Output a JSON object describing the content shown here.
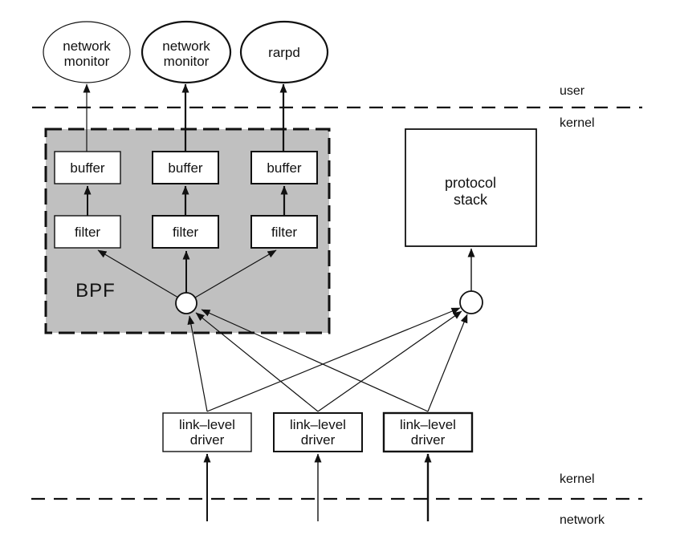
{
  "colors": {
    "bpf_fill": "#c0c0c0",
    "box_fill": "#ffffff",
    "stroke": "#111111"
  },
  "processes": [
    {
      "lines": [
        "network",
        "monitor"
      ]
    },
    {
      "lines": [
        "network",
        "monitor"
      ]
    },
    {
      "lines": [
        "rarpd"
      ]
    }
  ],
  "bpf": {
    "label": "BPF",
    "buffers": [
      "buffer",
      "buffer",
      "buffer"
    ],
    "filters": [
      "filter",
      "filter",
      "filter"
    ]
  },
  "protocol_stack": {
    "lines": [
      "protocol",
      "stack"
    ]
  },
  "drivers": [
    {
      "lines": [
        "link–level",
        "driver"
      ]
    },
    {
      "lines": [
        "link–level",
        "driver"
      ]
    },
    {
      "lines": [
        "link–level",
        "driver"
      ]
    }
  ],
  "layers": {
    "top": {
      "above": "user",
      "below": "kernel"
    },
    "bottom": {
      "above": "kernel",
      "below": "network"
    }
  }
}
